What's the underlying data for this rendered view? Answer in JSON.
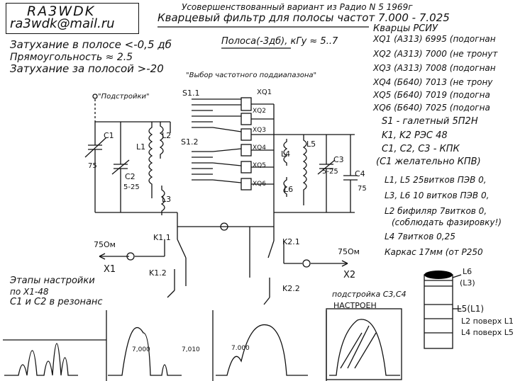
{
  "header": {
    "callsign": "RA3WDK",
    "email": "ra3wdk@mail.ru",
    "subtitle": "Усовершенствованный вариант из Радио N 5 1969г",
    "title": "Кварцевый фильтр для полосы частот 7.000 - 7.025"
  },
  "specs": {
    "loss_in_band": "Затухание в полосе <-0,5 дб",
    "band": "Полоса(-3дб), кГу ≈ 5..7",
    "shape_factor": "Прямоугольность ≈ 2.5",
    "loss_out_band": "Затухание за полосой >-20"
  },
  "schematic": {
    "trimmer_label": "\"Подстройки\"",
    "selector_label": "\"Выбор частотного поддиапазона\"",
    "switch_s11": "S1.1",
    "switch_s12": "S1.2",
    "c1": "C1",
    "c1_value": "75",
    "c2": "C2",
    "c2_value": "5-25",
    "l1": "L1",
    "l2": "L2",
    "l3": "L3",
    "l4": "L4",
    "l5": "L5",
    "l6": "L6",
    "c3": "C3",
    "c3_value": "5-25",
    "c4": "C4",
    "c4_value": "75",
    "xq": [
      "XQ1",
      "XQ2",
      "XQ3",
      "XQ4",
      "XQ5",
      "XQ6"
    ],
    "k11": "K1.1",
    "k12": "K1.2",
    "k21": "K2.1",
    "k22": "K2.2",
    "in_imp": "75Ом",
    "out_imp": "75Ом",
    "x1": "X1",
    "x2": "X2"
  },
  "parts": {
    "crystals_title": "Кварцы РСИУ",
    "crystals": [
      "XQ1 (A313) 6995 (подогнан",
      "XQ2 (A313) 7000 (не тронут",
      "XQ3 (A313) 7008 (подогнан",
      "XQ4 (Б640) 7013 (не трону",
      "XQ5 (Б640) 7019 (подогна",
      "XQ6 (Б640) 7025 (подогна"
    ],
    "other": [
      "S1 - галетный 5П2Н",
      "K1, K2 РЭС 48",
      "C1, C2, C3 - КПК",
      "(C1 желательно КПВ)",
      "L1, L5 25витков ПЭВ 0,",
      "L3, L6 10 витков ПЭВ 0,",
      "L2 бифиляр 7витков 0,",
      "(соблюдать фазировку!)",
      "L4 7витков 0,25",
      "Каркас 17мм (от Р250"
    ]
  },
  "coil": {
    "l6": "L6",
    "l3": "(L3)",
    "l5": "L5(L1)",
    "l2_over": "L2 поверх L1",
    "l4_over": "L4 поверх L5"
  },
  "tuning": {
    "title": "Этапы настройки",
    "step1": "по X1-48",
    "step2": "C1 и C2 в резонанс",
    "step3": "подстройка C3,C4",
    "step4": "НАСТРОЕН",
    "f7000_a": "7,000",
    "f7010": "7,010",
    "f7000_b": "7.000"
  }
}
